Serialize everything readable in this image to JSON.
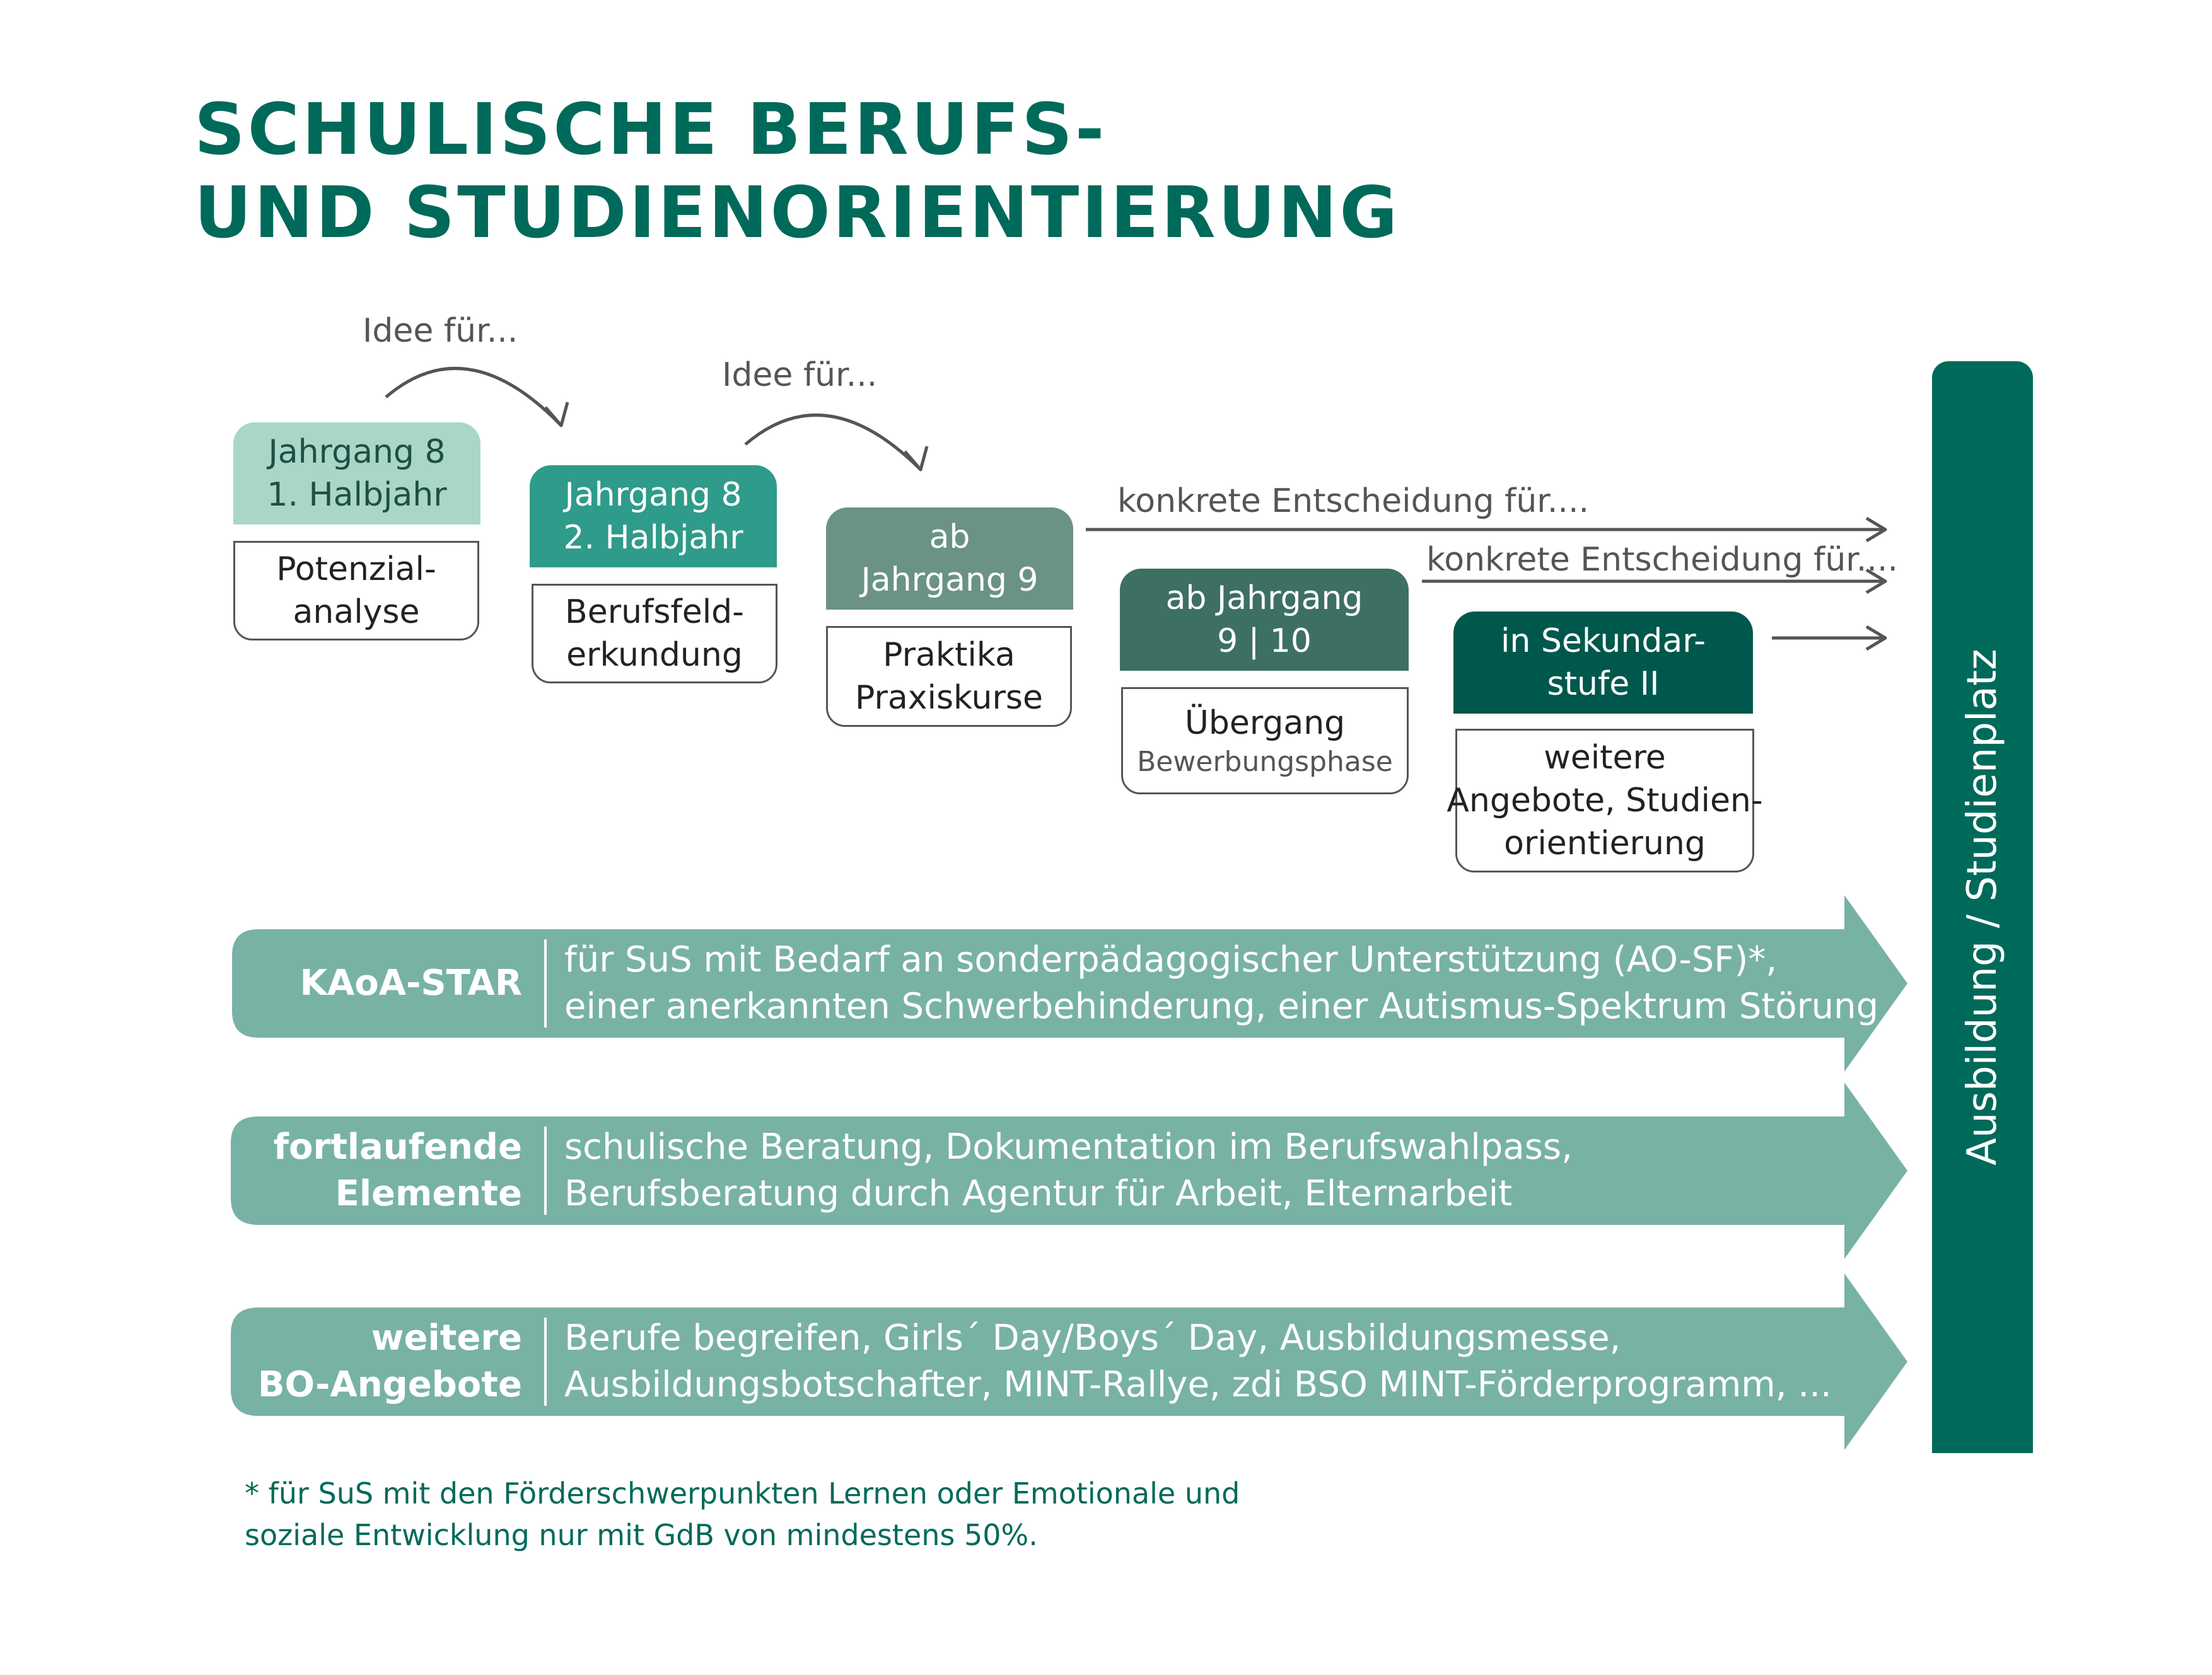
{
  "title": {
    "line1": "SCHULISCHE BERUFS-",
    "line2": "UND STUDIENORIENTIERUNG"
  },
  "colors": {
    "brand": "#006a5a",
    "band": "#78b2a5",
    "step1": "#a8d7c8",
    "step2": "#2f9b8a",
    "step3": "#6b9286",
    "step4": "#3d6f63",
    "step5": "#00584c",
    "sidebar": "#006a5a"
  },
  "notes": {
    "idea_1": "Idee für...",
    "idea_2": "Idee für...",
    "decision_1": "konkrete Entscheidung für....",
    "decision_2": "konkrete Entscheidung für...."
  },
  "steps": [
    {
      "head": [
        "Jahrgang 8",
        "1. Halbjahr"
      ],
      "body": [
        "Potenzial-",
        "analyse"
      ]
    },
    {
      "head": [
        "Jahrgang 8",
        "2. Halbjahr"
      ],
      "body": [
        "Berufsfeld-",
        "erkundung"
      ]
    },
    {
      "head": [
        "ab",
        "Jahrgang 9"
      ],
      "body": [
        "Praktika",
        "Praxiskurse"
      ]
    },
    {
      "head": [
        "ab Jahrgang",
        "9 | 10"
      ],
      "body": [
        "Übergang"
      ],
      "body_sub": "Bewerbungsphase"
    },
    {
      "head": [
        "in Sekundar-",
        "stufe II"
      ],
      "body": [
        "weitere",
        "Angebote, Studien-",
        "orientierung"
      ]
    }
  ],
  "bands": [
    {
      "label": [
        "KAoA-STAR"
      ],
      "text": [
        "für SuS mit Bedarf an sonderpädagogischer Unterstützung (AO-SF)*,",
        "einer anerkannten Schwerbehinderung, einer Autismus-Spektrum Störung"
      ]
    },
    {
      "label": [
        "fortlaufende",
        "Elemente"
      ],
      "text": [
        "schulische Beratung, Dokumentation im Berufswahlpass,",
        "Berufsberatung durch Agentur für Arbeit, Elternarbeit"
      ]
    },
    {
      "label": [
        "weitere",
        "BO-Angebote"
      ],
      "text": [
        "Berufe begreifen, Girls´ Day/Boys´ Day, Ausbildungsmesse,",
        "Ausbildungsbotschafter, MINT-Rallye, zdi BSO MINT-Förderprogramm, ..."
      ]
    }
  ],
  "sidebar": {
    "label": "Ausbildung / Studienplatz"
  },
  "footnote": {
    "line1": "* für SuS mit den Förderschwerpunkten Lernen oder Emotionale und",
    "line2": "soziale Entwicklung nur mit GdB von mindestens 50%."
  }
}
